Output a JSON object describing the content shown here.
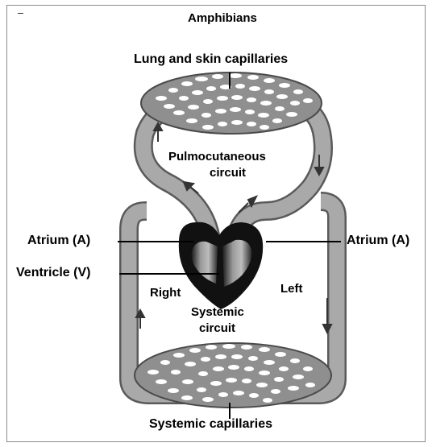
{
  "title": "Amphibians",
  "labels": {
    "lung_skin_capillaries": "Lung and skin capillaries",
    "pulmocutaneous_line1": "Pulmocutaneous",
    "pulmocutaneous_line2": "circuit",
    "atrium_left_side": "Atrium (A)",
    "atrium_right_side": "Atrium (A)",
    "ventricle": "Ventricle (V)",
    "right": "Right",
    "left": "Left",
    "systemic_line1": "Systemic",
    "systemic_line2": "circuit",
    "systemic_capillaries": "Systemic capillaries"
  },
  "colors": {
    "vessel": "#a9a9a9",
    "vessel_outline": "#5a5a5a",
    "heart": "#111111",
    "capillary_bed": "#8f8f8f",
    "arrow": "#333333"
  }
}
